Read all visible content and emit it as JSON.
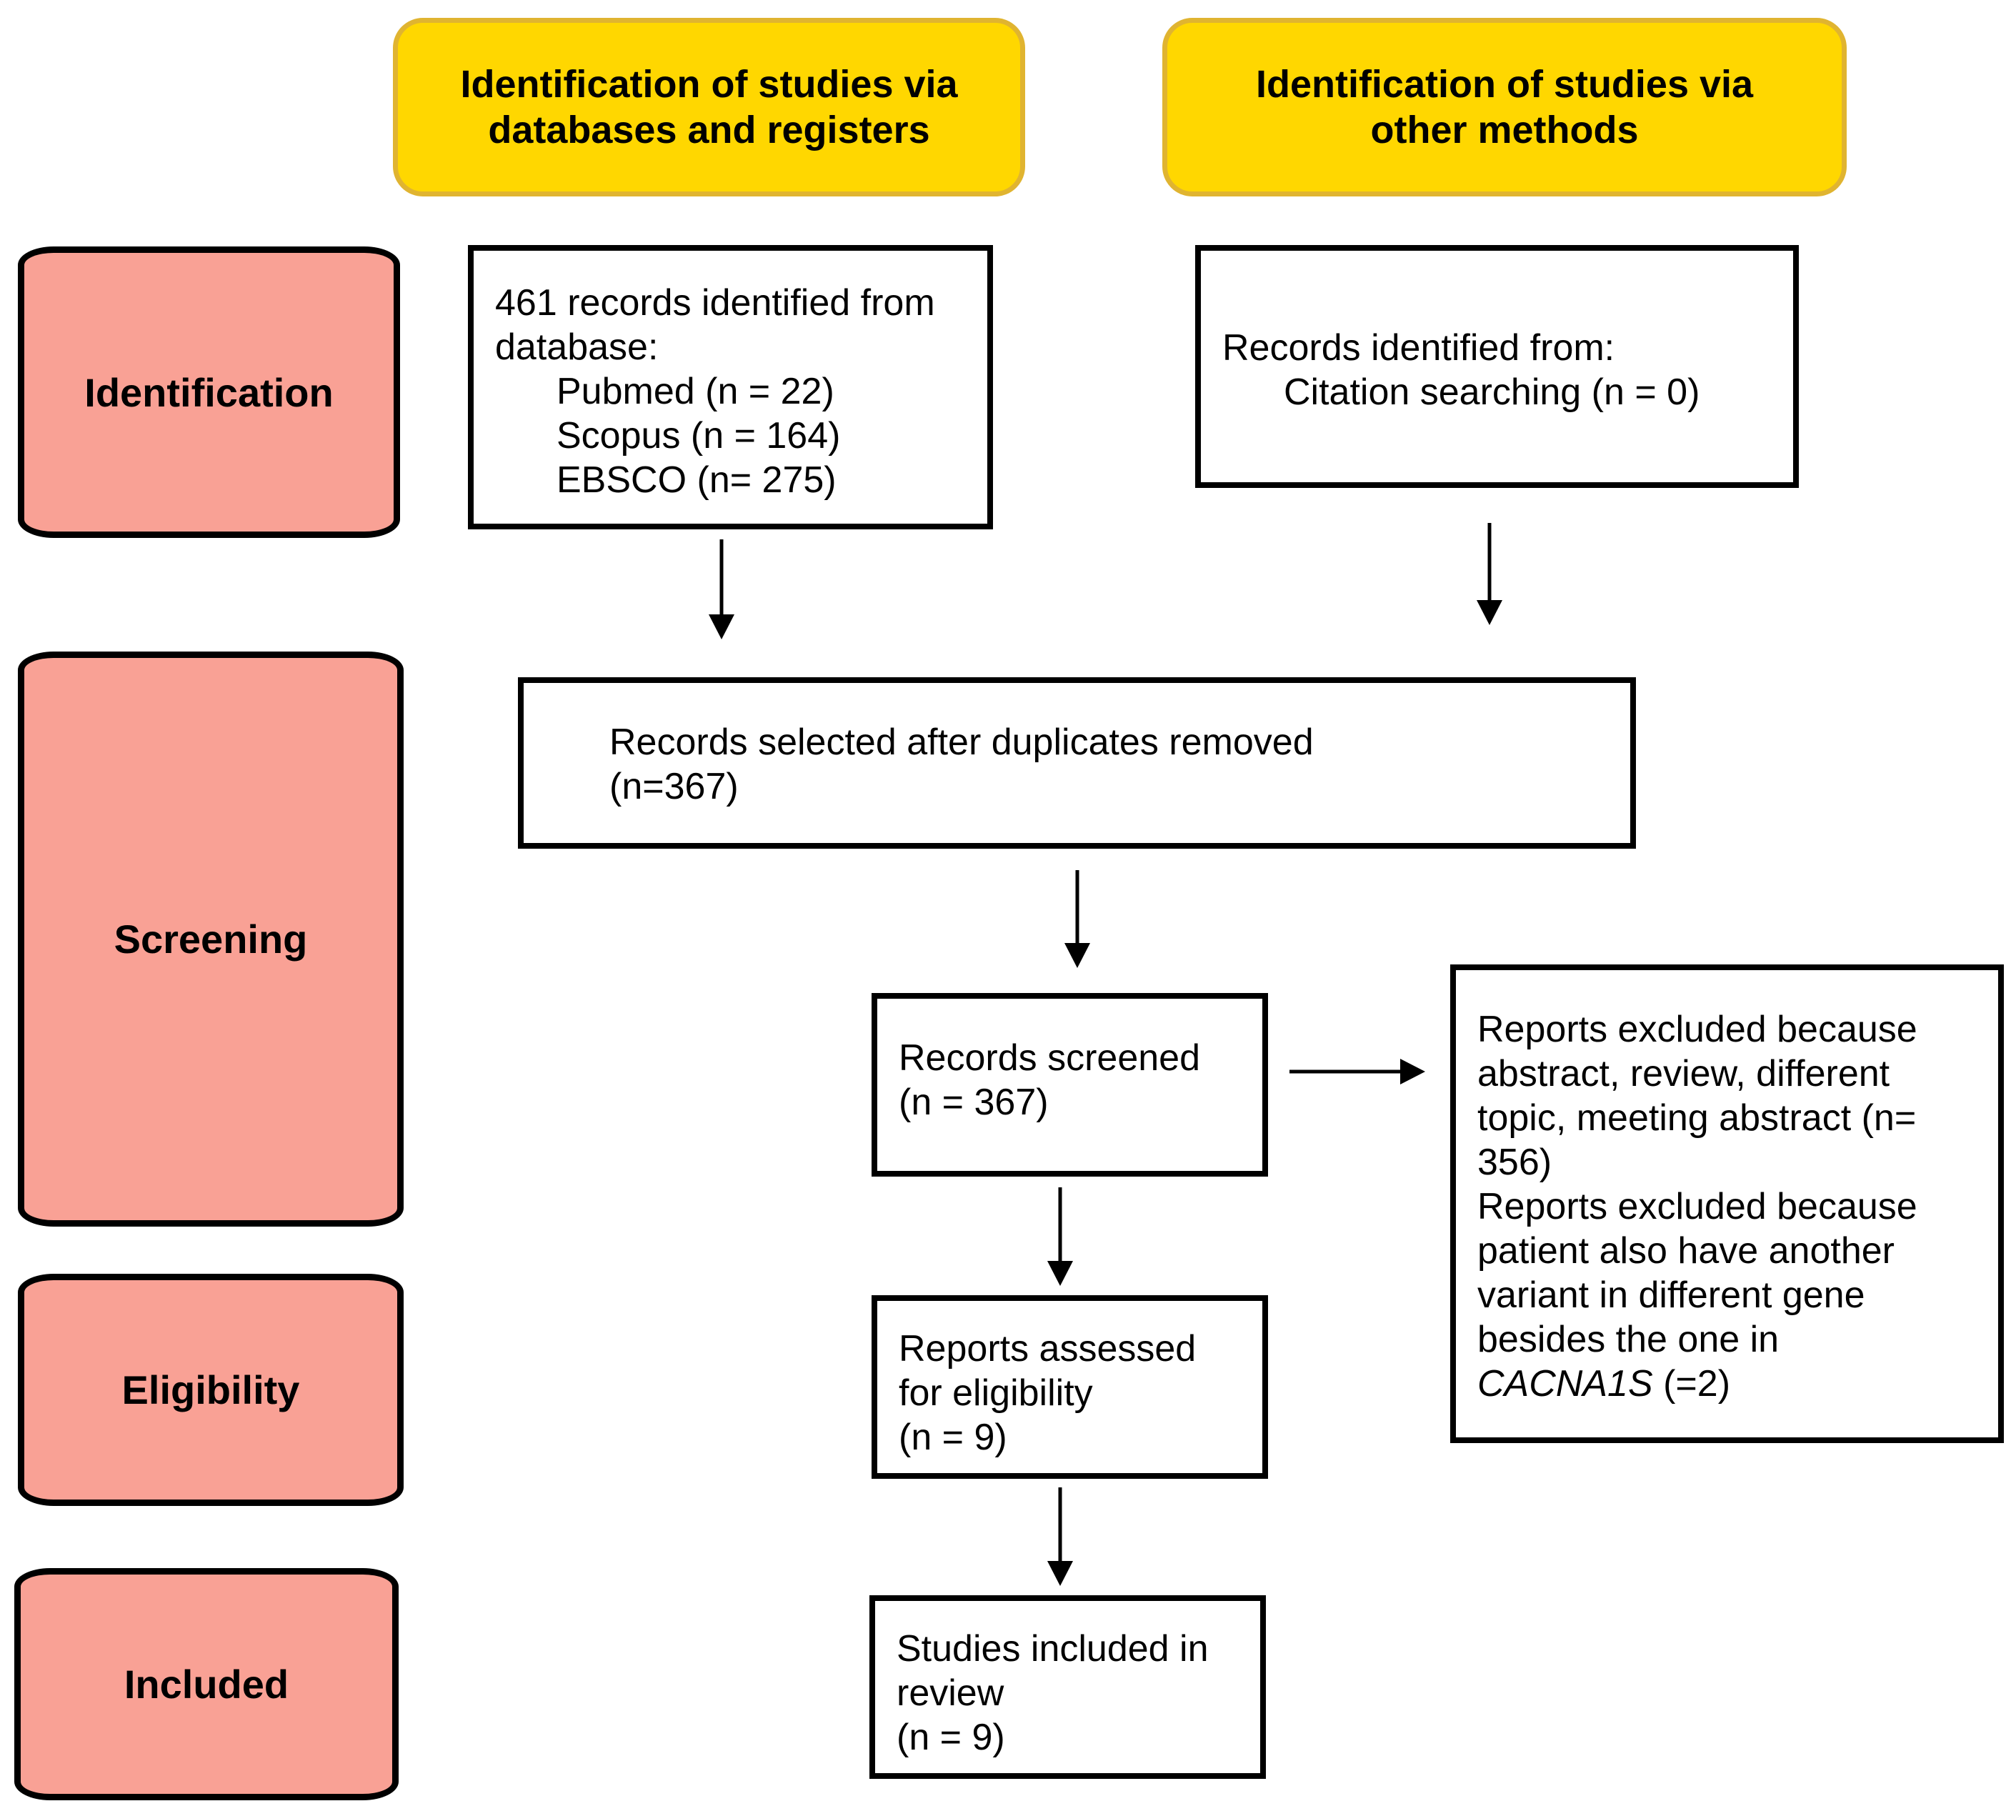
{
  "headers": {
    "databases": [
      "Identification of studies via",
      "databases and registers"
    ],
    "other": [
      "Identification of studies via",
      "other methods"
    ]
  },
  "stages": {
    "identification": "Identification",
    "screening": "Screening",
    "eligibility": "Eligibility",
    "included": "Included"
  },
  "boxes": {
    "database_records": {
      "intro": [
        "461 records identified from",
        "database:"
      ],
      "sources": [
        "Pubmed (n = 22)",
        "Scopus (n = 164)",
        "EBSCO (n= 275)"
      ]
    },
    "other_records": {
      "intro": "Records identified from:",
      "sources": [
        "Citation searching (n = 0)"
      ]
    },
    "after_duplicates": [
      "Records selected after duplicates removed",
      "(n=367)"
    ],
    "screened": [
      "Records screened",
      "(n = 367)"
    ],
    "excluded": {
      "reason1": [
        "Reports excluded because",
        "abstract, review, different",
        "topic, meeting abstract (n=",
        "356)"
      ],
      "reason2": [
        "Reports excluded because",
        "patient also have another",
        "variant in different gene",
        "besides the one in"
      ],
      "gene": "CACNA1S",
      "gene_count": " (=2)"
    },
    "eligibility": [
      "Reports assessed",
      "for eligibility",
      "(n = 9)"
    ],
    "included": [
      "Studies included in",
      "review",
      "(n = 9)"
    ]
  },
  "colors": {
    "header_fill": "#FFD700",
    "header_border": "#E0B430",
    "stage_fill": "#F9A195",
    "line": "#000000"
  }
}
